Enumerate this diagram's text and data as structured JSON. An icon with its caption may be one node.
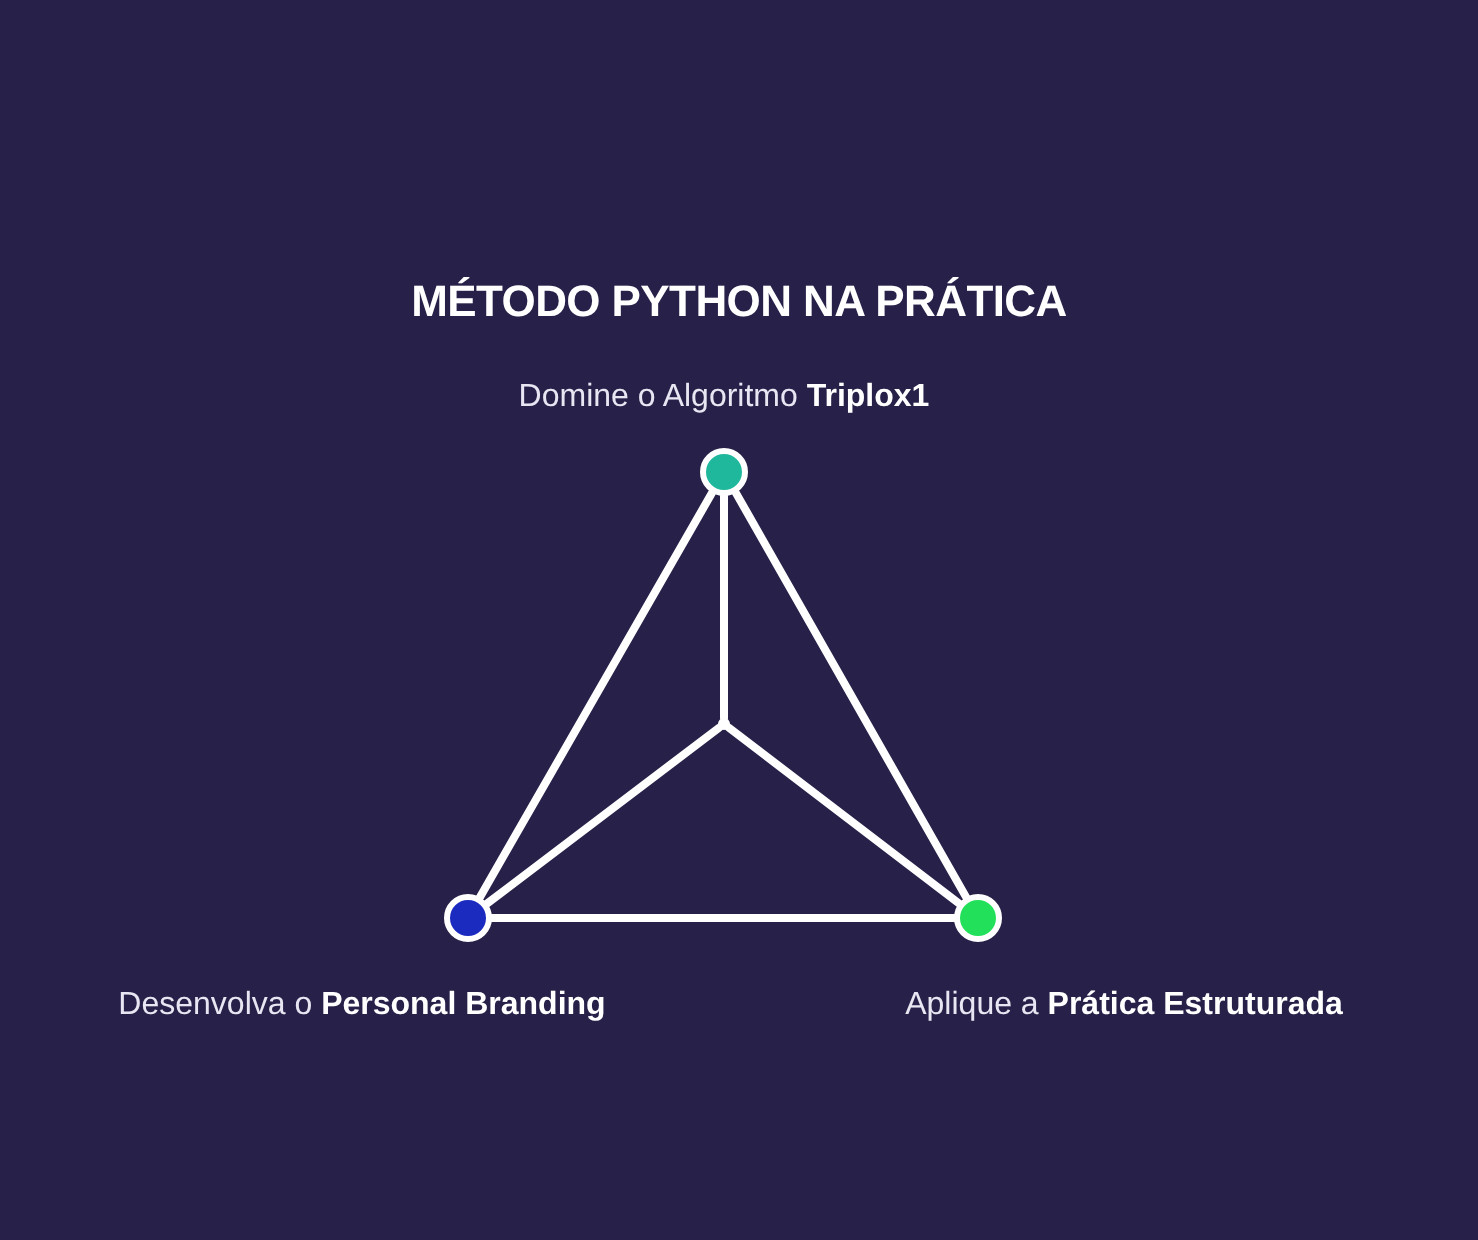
{
  "diagram": {
    "title": "MÉTODO PYTHON NA PRÁTICA",
    "nodes": [
      {
        "text": [],
        "shape": "circle",
        "beside": [
          "Domine o Algoritmo **Triplox1**"
        ]
      },
      {
        "text": [],
        "shape": "circle",
        "beside": [
          "Desenvolva o **Personal Branding**"
        ]
      },
      {
        "text": [],
        "shape": "circle",
        "beside": [
          "Aplique a **Prática Estruturada**"
        ]
      },
      {
        "text": [],
        "shape": "circle"
      }
    ],
    "edges": [
      {
        "from": 0,
        "to": 1,
        "arrow": "none"
      },
      {
        "from": 0,
        "to": 2,
        "arrow": "none"
      },
      {
        "from": 1,
        "to": 2,
        "arrow": "none"
      },
      {
        "from": 0,
        "to": 3,
        "arrow": "none"
      },
      {
        "from": 1,
        "to": 3,
        "arrow": "none"
      },
      {
        "from": 2,
        "to": 3,
        "arrow": "none"
      }
    ]
  }
}
